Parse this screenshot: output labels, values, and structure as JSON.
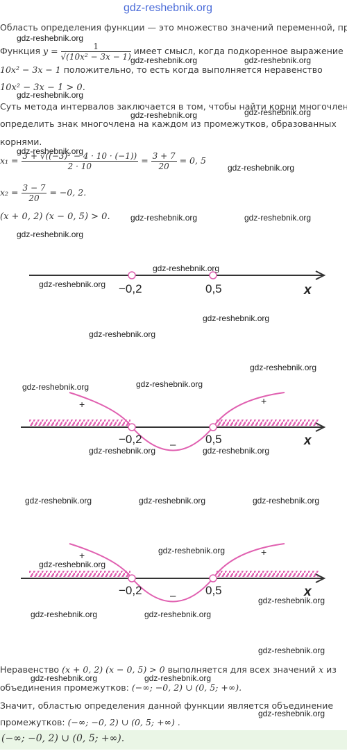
{
  "site": "gdz-reshebnik.org",
  "watermark": "gdz-reshebnik.org",
  "text": {
    "line1": "Область определения функции — это множество значений переменной, при",
    "line2_prefix": "Функция",
    "line2_suffix": "имеет смысл, когда подкоренное выражение",
    "line3_suffix": "положительно, то есть когда выполняется неравенство",
    "line4": "10x² − 3x − 1 > 0.",
    "line5": "Суть метода интервалов заключается в том, чтобы найти корни многочлена и",
    "line6": "определить знак многочлена на каждом из промежутков, образованных",
    "line7": "корнями.",
    "ineq": "(x + 0, 2) (x − 0, 5) > 0.",
    "line_final1": "Неравенство",
    "line_final1b": "выполняется для всех значений",
    "line_final1c": "из",
    "line_final2": "объединения промежутков:",
    "line_final3": "Значит, областью определения данной функции является объединение",
    "line_final4": "промежутков:",
    "answer": "(−∞; −0, 2) ∪ (0, 5; +∞)."
  },
  "math": {
    "y": "y =",
    "func_num": "1",
    "func_den": "√(10x² − 3x − 1)",
    "poly": "10x² − 3x − 1",
    "x1": "x₁ =",
    "x1_num": "3 + √((−3)² − 4 · 10 · (−1))",
    "x1_den": "2 · 10",
    "x1_eq": "=",
    "x1_num2": "3 + 7",
    "x1_den2": "20",
    "x1_res": "= 0, 5",
    "x2": "x₂ =",
    "x2_num": "3 − 7",
    "x2_den": "20",
    "x2_res": "= −0, 2.",
    "prod": "(x + 0, 2) (x − 0, 5) > 0",
    "var": "x",
    "union": "(−∞; −0, 2) ∪ (0, 5; +∞).",
    "union2": "(−∞; −0, 2) ∪ (0, 5; +∞) ."
  },
  "number_line": {
    "left_root": "−0,2",
    "right_root": "0,5",
    "axis_label": "x",
    "plus": "+",
    "minus": "–",
    "accent": "#e060b0"
  }
}
